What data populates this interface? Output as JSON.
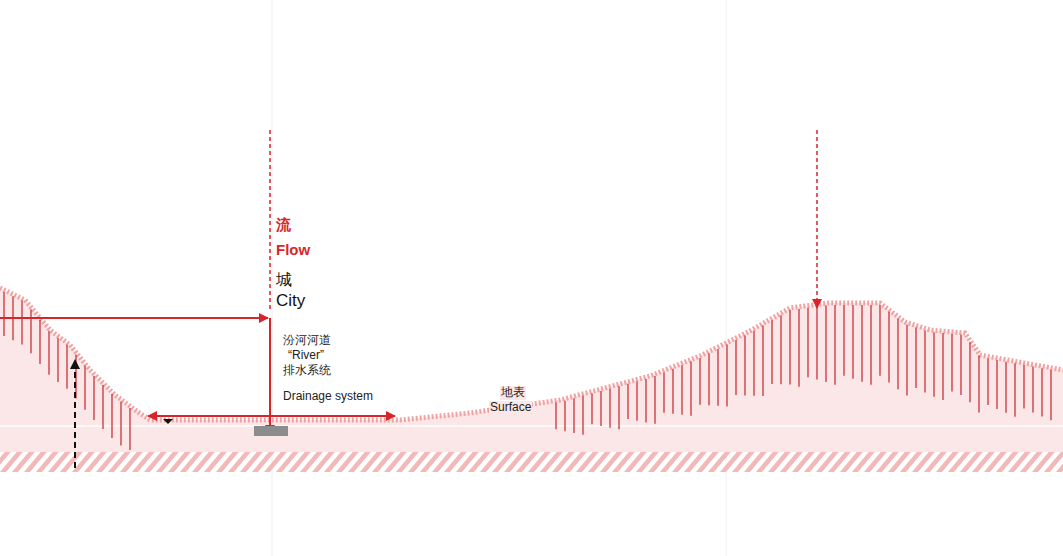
{
  "diagram": {
    "labels": [
      "流",
      "Flow",
      "城",
      "City",
      "汾河河道",
      "“River”",
      "排水系统",
      "Drainage system",
      "地表",
      "Surface"
    ]
  }
}
